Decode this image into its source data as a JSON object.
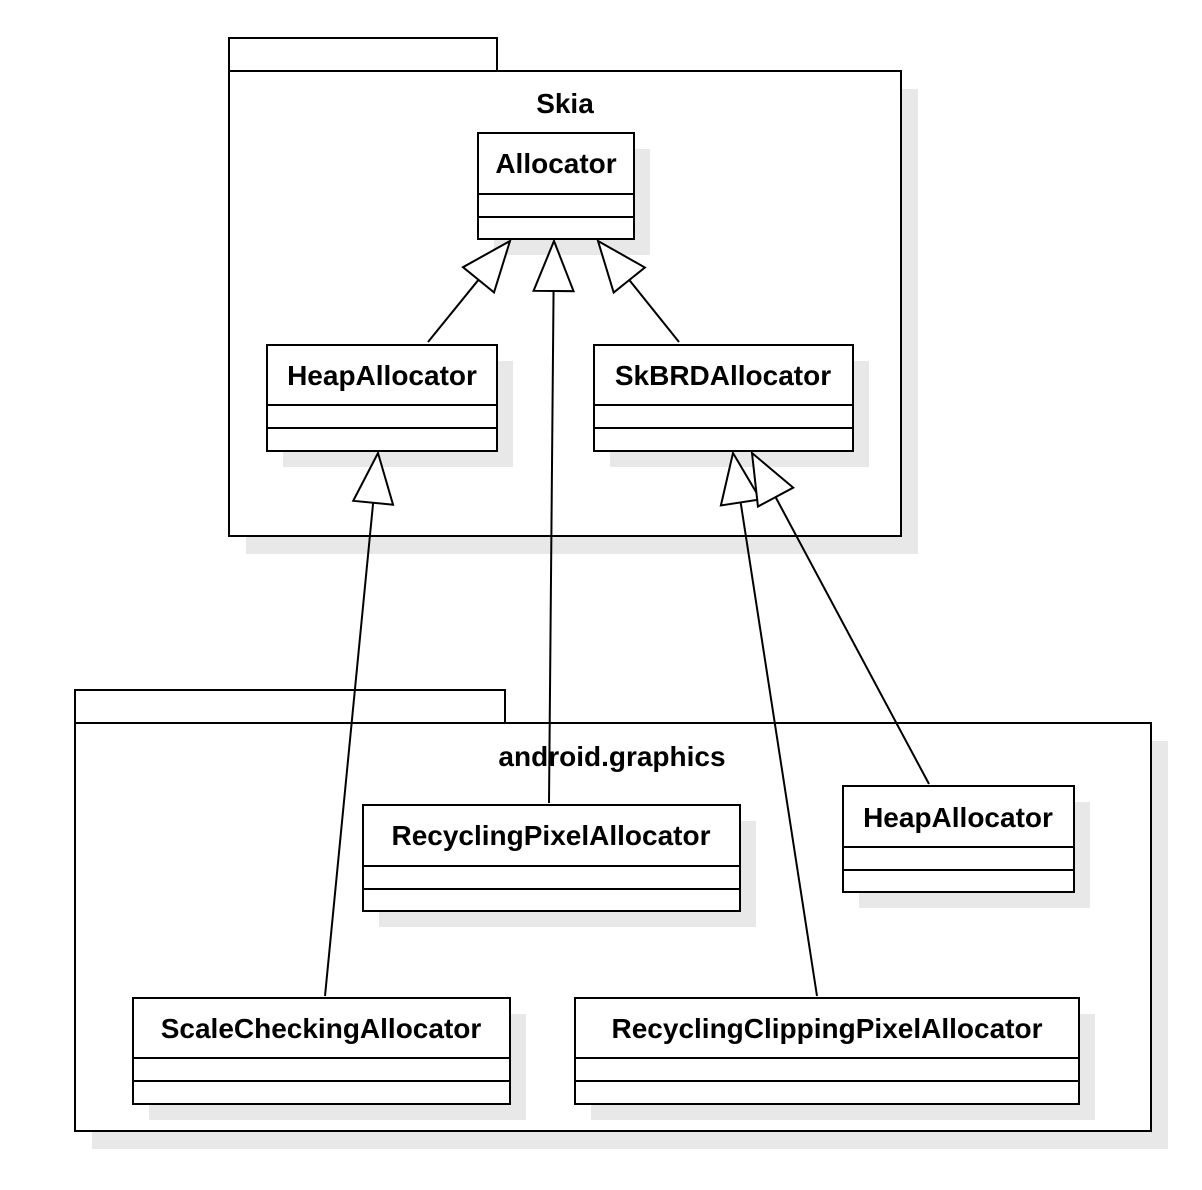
{
  "packages": {
    "skia": {
      "title": "Skia"
    },
    "android": {
      "title": "android.graphics"
    }
  },
  "classes": {
    "allocator": {
      "name": "Allocator"
    },
    "skia_heap_allocator": {
      "name": "HeapAllocator"
    },
    "skbrd_allocator": {
      "name": "SkBRDAllocator"
    },
    "recycling_pixel_allocator": {
      "name": "RecyclingPixelAllocator"
    },
    "android_heap_allocator": {
      "name": "HeapAllocator"
    },
    "scale_checking_allocator": {
      "name": "ScaleCheckingAllocator"
    },
    "recycling_clipping_pixel_allocator": {
      "name": "RecyclingClippingPixelAllocator"
    }
  },
  "colors": {
    "stroke": "#000000",
    "shadow": "#e8e8e8",
    "fill": "#ffffff"
  }
}
